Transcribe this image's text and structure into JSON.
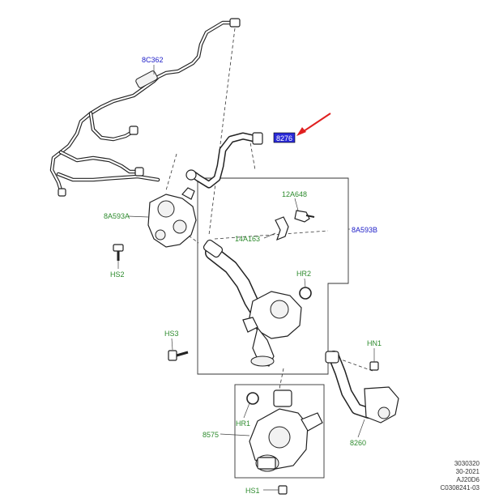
{
  "labels": {
    "hose_8c362": "8C362",
    "hose_8276": "8276",
    "bracket_12a648": "12A648",
    "housing_8a593a": "8A593A",
    "housing_8a593b": "8A593B",
    "clip_14a163": "14A163",
    "bolt_hs2": "HS2",
    "clip_hr2": "HR2",
    "bolt_hs3": "HS3",
    "nut_hn1": "HN1",
    "clip_hr1": "HR1",
    "thermostat_8575": "8575",
    "hose_8260": "8260",
    "bolt_hs1": "HS1"
  },
  "reference": {
    "line1": "3030320",
    "line2": "30-2021",
    "line3": "AJ20D6",
    "line4": "C0308241-03"
  },
  "colors": {
    "callout_green": "#2e8b2e",
    "callout_blue": "#2020c8",
    "highlight_box": "#2a2ad8",
    "arrow_red": "#e02020"
  }
}
